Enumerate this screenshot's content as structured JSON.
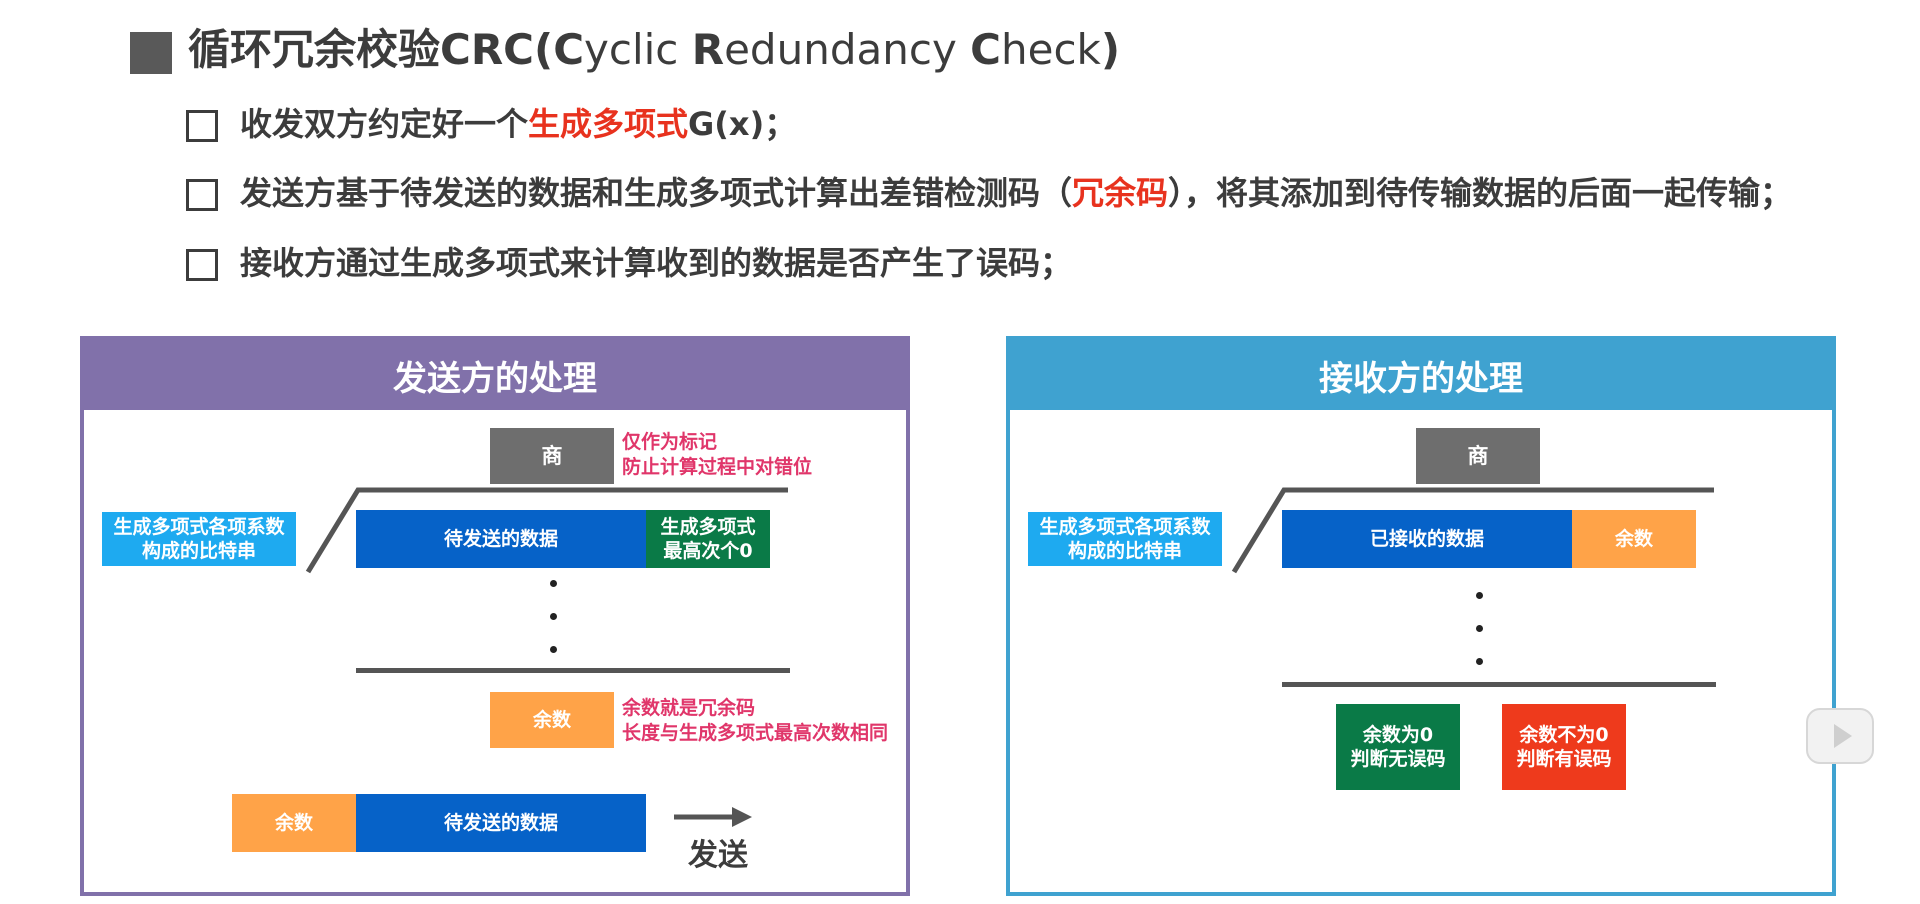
{
  "title": {
    "prefix": "循环冗余校验CRC(",
    "c1": "C",
    "t1": "yclic ",
    "c2": "R",
    "t2": "edundancy ",
    "c3": "C",
    "t3": "heck",
    "suffix": ")"
  },
  "bullets": [
    {
      "before": "收发双方约定好一个",
      "highlight": "生成多项式",
      "after": "G(x)；"
    },
    {
      "before": "发送方基于待发送的数据和生成多项式计算出差错检测码（",
      "highlight": "冗余码",
      "after": "），将其添加到待传输数据的后面一起传输；"
    },
    {
      "before": "接收方通过生成多项式来计算收到的数据是否产生了误码；",
      "highlight": "",
      "after": ""
    }
  ],
  "sender": {
    "header": "发送方的处理",
    "quotient": "商",
    "quotient_note_1": "仅作为标记",
    "quotient_note_2": "防止计算过程中对错位",
    "divisor_1": "生成多项式各项系数",
    "divisor_2": "构成的比特串",
    "data": "待发送的数据",
    "zeros_1": "生成多项式",
    "zeros_2": "最高次个0",
    "remainder": "余数",
    "remainder_note_1": "余数就是冗余码",
    "remainder_note_2": "长度与生成多项式最高次数相同",
    "frame_remainder": "余数",
    "frame_data": "待发送的数据",
    "send": "发送"
  },
  "receiver": {
    "header": "接收方的处理",
    "quotient": "商",
    "divisor_1": "生成多项式各项系数",
    "divisor_2": "构成的比特串",
    "data": "已接收的数据",
    "remainder": "余数",
    "ok_1": "余数为0",
    "ok_2": "判断无误码",
    "err_1": "余数不为0",
    "err_2": "判断有误码"
  },
  "icons": {
    "play": "play-icon"
  },
  "colors": {
    "sender_accent": "#8171aa",
    "receiver_accent": "#3fa2d0",
    "data_blue": "#0662c8",
    "zeros_green": "#0a7a47",
    "remainder_orange": "#ffa348",
    "divisor_lightblue": "#1eaaf0",
    "error_red": "#ee3a1c",
    "highlight_red": "#e8321e"
  }
}
